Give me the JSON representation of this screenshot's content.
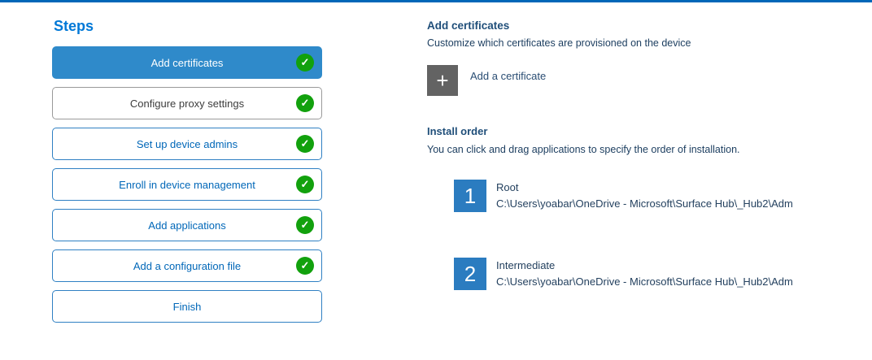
{
  "colors": {
    "accent_blue": "#0078d7",
    "active_step_blue": "#2f8aca",
    "check_green": "#12a10d",
    "tile_blue": "#2b7cc0",
    "plus_gray": "#636363",
    "heading_dark_blue": "#1f4e79"
  },
  "icons": {
    "check": "✓",
    "plus": "+"
  },
  "steps_panel": {
    "title": "Steps",
    "steps": [
      {
        "label": "Add certificates"
      },
      {
        "label": "Configure proxy settings"
      },
      {
        "label": "Set up device admins"
      },
      {
        "label": "Enroll in device management"
      },
      {
        "label": "Add applications"
      },
      {
        "label": "Add a configuration file"
      },
      {
        "label": "Finish"
      }
    ]
  },
  "content": {
    "title": "Add certificates",
    "subtitle": "Customize which certificates are provisioned on the device",
    "add_button_label": "Add a certificate",
    "install_order": {
      "title": "Install order",
      "description": "You can click and drag applications to specify the order of installation.",
      "items": [
        {
          "number": "1",
          "name": "Root",
          "path": "C:\\Users\\yoabar\\OneDrive - Microsoft\\Surface Hub\\_Hub2\\Adm"
        },
        {
          "number": "2",
          "name": "Intermediate",
          "path": "C:\\Users\\yoabar\\OneDrive - Microsoft\\Surface Hub\\_Hub2\\Adm"
        }
      ]
    }
  }
}
